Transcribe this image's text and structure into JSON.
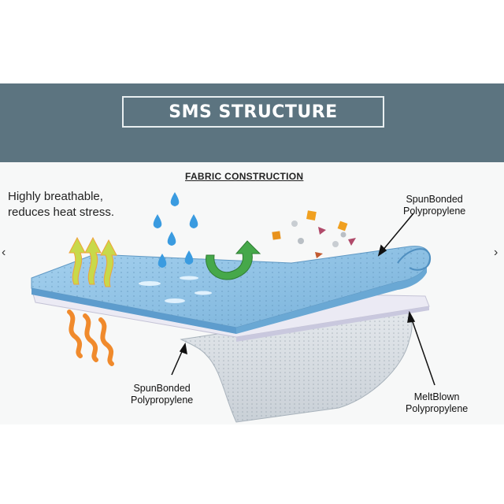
{
  "banner": {
    "title": "SMS STRUCTURE"
  },
  "diagram": {
    "subtitle": "FABRIC CONSTRUCTION",
    "breathable_note": [
      "Highly breathable,",
      "reduces heat stress."
    ],
    "labels": {
      "top_layer": [
        "SpunBonded",
        "Polypropylene"
      ],
      "bottom_layer": [
        "SpunBonded",
        "Polypropylene"
      ],
      "middle_layer": [
        "MeltBlown",
        "Polypropylene"
      ]
    }
  },
  "nav": {
    "prev": "‹",
    "next": "›"
  },
  "colors": {
    "banner_bg": "#5c7480",
    "top_layer": "#8cc1e4",
    "middle_layer": "#ededf5",
    "bottom_layer": "#d8dde2",
    "heat_arrow": "#f08a2c",
    "breath_arrow": "#c8d94a",
    "green_arrow": "#46a84a",
    "water_drop": "#3a9be0"
  }
}
